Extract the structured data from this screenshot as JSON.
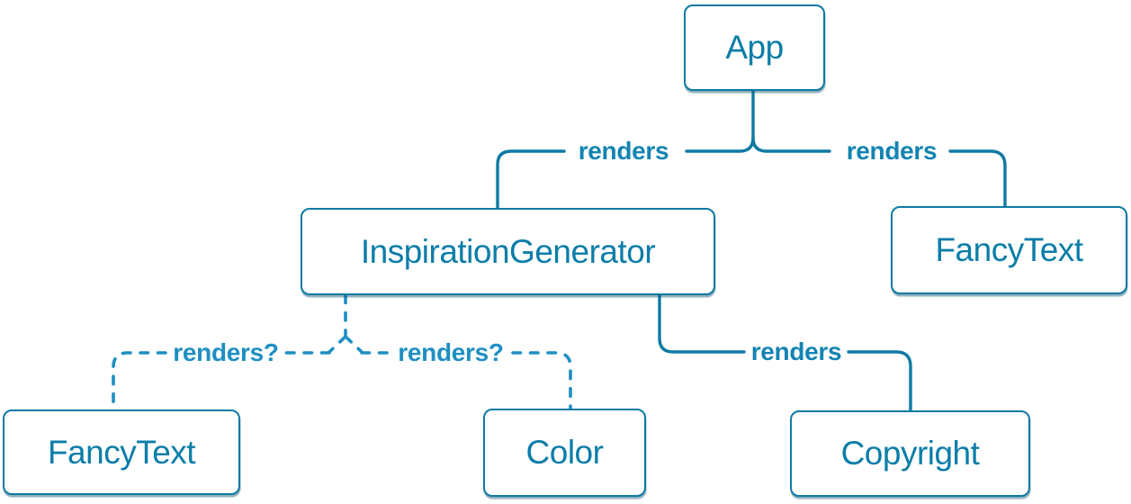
{
  "diagram": {
    "description": "React component render tree",
    "colors": {
      "solid_edge": "#0f7aa3",
      "dashed_edge": "#1e8fc2",
      "node_border": "#0f7aa3",
      "node_text": "#0b7da8",
      "node_background": "#ffffff"
    },
    "nodes": [
      {
        "id": "app",
        "label": "App"
      },
      {
        "id": "inspiration-generator",
        "label": "InspirationGenerator"
      },
      {
        "id": "fancy-text-right",
        "label": "FancyText"
      },
      {
        "id": "fancy-text-left",
        "label": "FancyText"
      },
      {
        "id": "color",
        "label": "Color"
      },
      {
        "id": "copyright",
        "label": "Copyright"
      }
    ],
    "edges": [
      {
        "from": "App",
        "to": "InspirationGenerator",
        "label": "renders",
        "style": "solid"
      },
      {
        "from": "App",
        "to": "FancyText",
        "label": "renders",
        "style": "solid"
      },
      {
        "from": "InspirationGenerator",
        "to": "FancyText",
        "label": "renders?",
        "style": "dashed"
      },
      {
        "from": "InspirationGenerator",
        "to": "Color",
        "label": "renders?",
        "style": "dashed"
      },
      {
        "from": "InspirationGenerator",
        "to": "Copyright",
        "label": "renders",
        "style": "solid"
      }
    ]
  }
}
